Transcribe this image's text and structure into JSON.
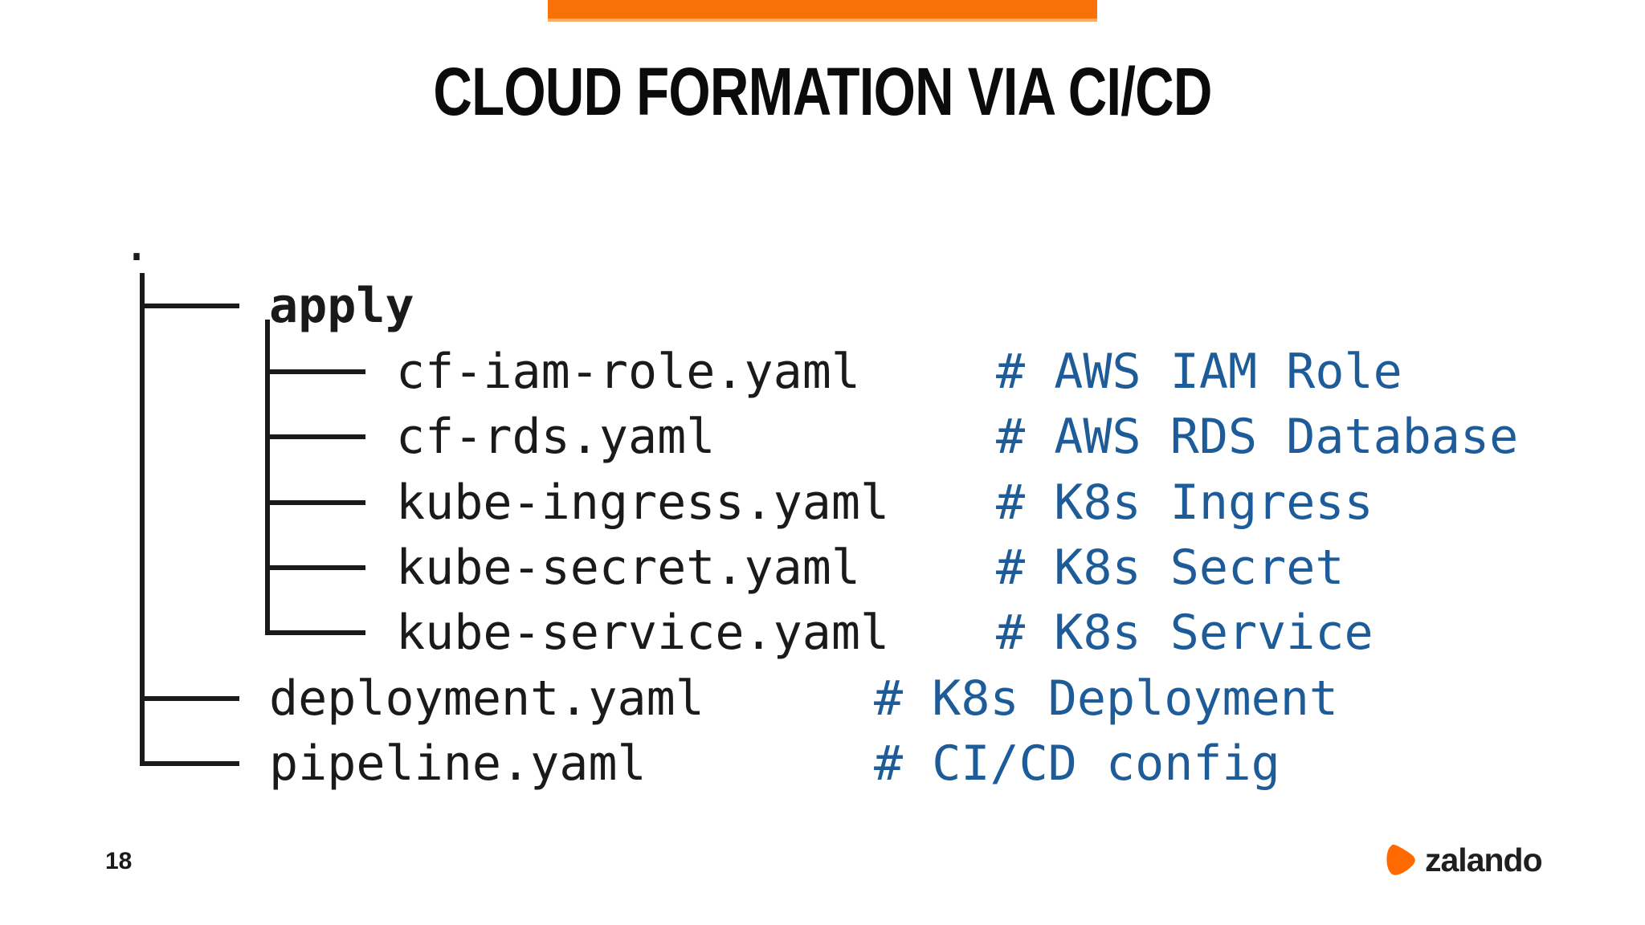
{
  "slide": {
    "title": "CLOUD FORMATION VIA CI/CD",
    "page_number": "18",
    "accent_color": "#f87108",
    "text_color": "#1a1a1a",
    "comment_color": "#1d5c99",
    "logo": {
      "text": "zalando",
      "icon": "zalando-teardrop",
      "icon_color": "#ff6900"
    }
  },
  "tree": {
    "root_label": ".",
    "rows": [
      {
        "name": "apply",
        "comment": "",
        "level": 1,
        "bold": true,
        "connector": "tee"
      },
      {
        "name": "cf-iam-role.yaml",
        "comment": "# AWS IAM Role",
        "level": 2,
        "bold": false,
        "connector": "tee"
      },
      {
        "name": "cf-rds.yaml",
        "comment": "# AWS RDS Database",
        "level": 2,
        "bold": false,
        "connector": "tee"
      },
      {
        "name": "kube-ingress.yaml",
        "comment": "# K8s Ingress",
        "level": 2,
        "bold": false,
        "connector": "tee"
      },
      {
        "name": "kube-secret.yaml",
        "comment": "# K8s Secret",
        "level": 2,
        "bold": false,
        "connector": "tee"
      },
      {
        "name": "kube-service.yaml",
        "comment": "# K8s Service",
        "level": 2,
        "bold": false,
        "connector": "elbow"
      },
      {
        "name": "deployment.yaml",
        "comment": "# K8s Deployment",
        "level": 1,
        "bold": false,
        "connector": "tee"
      },
      {
        "name": "pipeline.yaml",
        "comment": "# CI/CD config",
        "level": 1,
        "bold": false,
        "connector": "elbow"
      }
    ]
  }
}
